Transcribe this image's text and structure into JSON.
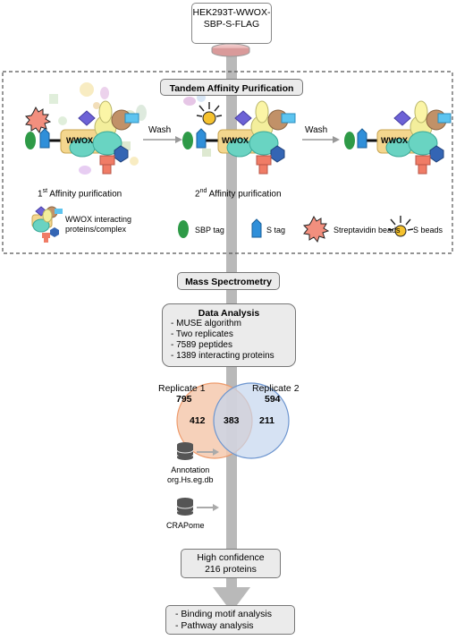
{
  "cell_line": {
    "line1": "HEK293T-WWOX-",
    "line2": "SBP-S-FLAG"
  },
  "tap": {
    "title": "Tandem  Affinity Purification",
    "core_label": "WWOX",
    "wash1": "Wash",
    "wash2": "Wash",
    "step1": {
      "num": "1",
      "sup": "st",
      "text": " Affinity purification"
    },
    "step2": {
      "num": "2",
      "sup": "nd",
      "text": " Affinity purification"
    },
    "legend": {
      "complex_line1": "WWOX interacting",
      "complex_line2": "proteins/complex",
      "sbp": "SBP tag",
      "stag": "S tag",
      "strep": "Streptavidin  beads",
      "sbeads": "S beads"
    }
  },
  "mass_spec": "Mass Spectrometry",
  "analysis": {
    "title": "Data Analysis",
    "items": [
      "- MUSE  algorithm",
      "- Two  replicates",
      "- 7589 peptides",
      "- 1389 interacting proteins"
    ]
  },
  "venn": {
    "rep1_label": "Replicate 1",
    "rep1_total": "795",
    "rep2_label": "Replicate 2",
    "rep2_total": "594",
    "only1": "412",
    "overlap": "383",
    "only2": "211",
    "colors": {
      "rep1": "#f5c9ae",
      "rep2": "#c5d5ee"
    }
  },
  "filters": {
    "annotation_line1": "Annotation",
    "annotation_line2": "org.Hs.eg.db",
    "crapome": "CRAPome"
  },
  "high_conf": {
    "line1": "High confidence",
    "line2": "216 proteins"
  },
  "final": {
    "items": [
      "- Binding motif analysis",
      "- Pathway analysis"
    ]
  }
}
